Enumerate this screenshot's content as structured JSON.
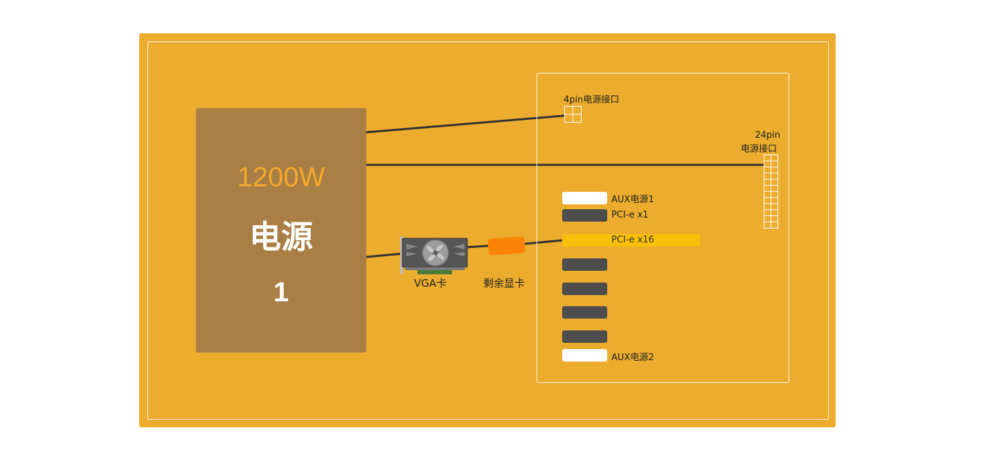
{
  "psu": {
    "wattage": "1200W",
    "name": "电源",
    "number": "1"
  },
  "motherboard": {
    "cpu_power_label": "4pin电源接口",
    "main_power_label_line1": "24pin",
    "main_power_label_line2": "电源接口",
    "slots": [
      {
        "label": "AUX电源1",
        "type": "aux"
      },
      {
        "label": "PCI-e x1",
        "type": "pcie-x1"
      },
      {
        "label": "PCI-e x16",
        "type": "pcie-x16"
      },
      {
        "label": "",
        "type": "slot"
      },
      {
        "label": "",
        "type": "slot"
      },
      {
        "label": "",
        "type": "slot"
      },
      {
        "label": "",
        "type": "slot"
      },
      {
        "label": "AUX电源2",
        "type": "aux"
      }
    ]
  },
  "gpu": {
    "label": "VGA卡"
  },
  "riser": {
    "label": "剩余显卡"
  },
  "colors": {
    "case": "#ecac2d",
    "psu": "#a97f45",
    "wattage": "#f4a92a",
    "slot_dark": "#4e4d4d",
    "slot_white": "#ffffff",
    "slot_x16": "#f9c00a",
    "adapter": "#fb8408",
    "wire": "#333333"
  }
}
